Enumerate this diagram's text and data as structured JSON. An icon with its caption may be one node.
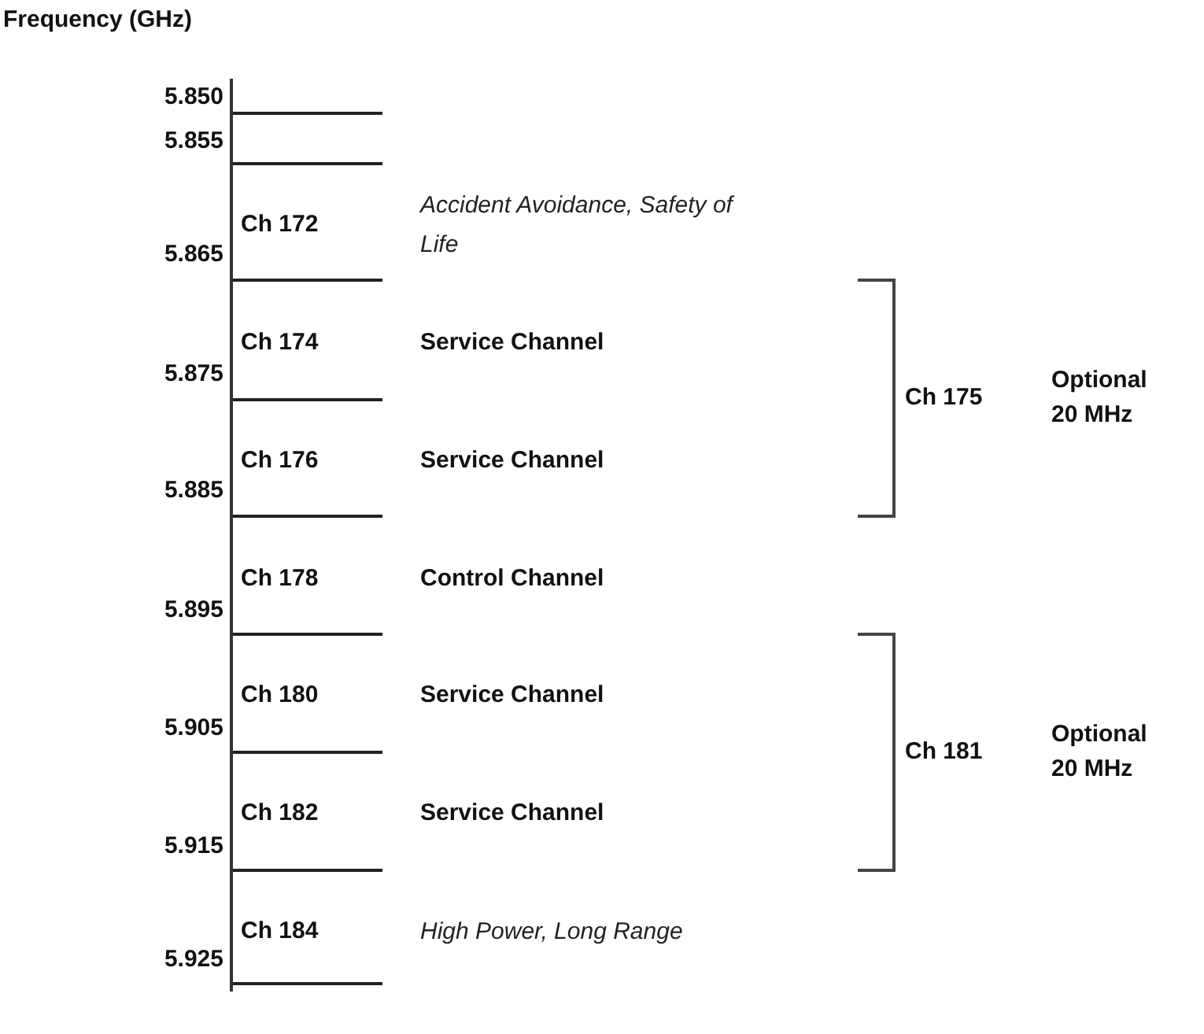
{
  "diagram": {
    "labels": [
      "Frequency (GHz)",
      "5.850",
      "5.855",
      "Ch 172",
      "Accident Avoidance, Safety of Life",
      "5.865",
      "Ch 174",
      "Service Channel",
      "5.875",
      "Ch 175",
      "Optional 20 MHz",
      "Ch 176",
      "Service Channel",
      "5.885",
      "Ch 178",
      "Control Channel",
      "5.895",
      "Ch 180",
      "Service Channel",
      "5.905",
      "Ch 181",
      "Optional 20 MHz",
      "Ch 182",
      "Service Channel",
      "5.915",
      "Ch 184",
      "High Power, Long Range",
      "5.925"
    ]
  }
}
